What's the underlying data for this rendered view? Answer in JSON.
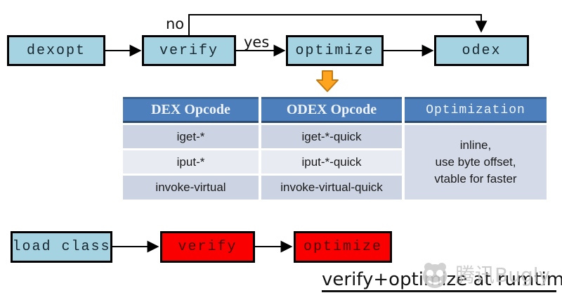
{
  "top_flow": {
    "nodes": [
      "dexopt",
      "verify",
      "optimize",
      "odex"
    ],
    "branch_no": "no",
    "branch_yes": "yes"
  },
  "table": {
    "headers": [
      "DEX Opcode",
      "ODEX Opcode",
      "Optimization"
    ],
    "rows": [
      {
        "dex": "iget-*",
        "odex": "iget-*-quick"
      },
      {
        "dex": "iput-*",
        "odex": "iput-*-quick"
      },
      {
        "dex": "invoke-virtual",
        "odex": "invoke-virtual-quick"
      }
    ],
    "optimization": [
      "inline,",
      "use byte offset,",
      "vtable for faster"
    ]
  },
  "bottom_flow": {
    "nodes": [
      "load class",
      "verify",
      "optimize"
    ],
    "caption": "verify+optimize at rumtime"
  },
  "watermark": {
    "text": "腾讯Bugly"
  },
  "colors": {
    "node_blue": "#a6d3e2",
    "node_red": "#fa0000",
    "node_red_text": "#4d0404",
    "table_header_blue": "#4d7fbd",
    "table_row_dark": "#ccd3e2",
    "table_row_light": "#e9ebf3",
    "table_merged_cell": "#d4dae7",
    "orange_arrow": "#ffa41f",
    "line_black": "#000000"
  }
}
